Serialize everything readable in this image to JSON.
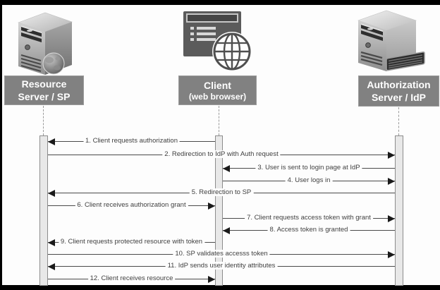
{
  "diagram": {
    "type": "sequence-diagram",
    "actors": [
      {
        "id": "resource",
        "label_line1": "Resource",
        "label_line2": "Server / SP",
        "icon": "server-tower-globe-icon"
      },
      {
        "id": "client",
        "label_line1": "Client",
        "label_line2": "(web browser)",
        "icon": "browser-globe-icon"
      },
      {
        "id": "idp",
        "label_line1": "Authorization",
        "label_line2": "Server / IdP",
        "icon": "server-tower-drive-icon"
      }
    ],
    "messages": [
      {
        "text": "1. Client requests authorization",
        "from": "client",
        "to": "resource"
      },
      {
        "text": "2. Redirection to IdP with Auth request",
        "from": "resource",
        "to": "idp"
      },
      {
        "text": "3. User is sent to login page at IdP",
        "from": "idp",
        "to": "client"
      },
      {
        "text": "4. User logs in",
        "from": "client",
        "to": "idp"
      },
      {
        "text": "5. Redirection to SP",
        "from": "idp",
        "to": "resource"
      },
      {
        "text": "6. Client receives authorization grant",
        "from": "resource",
        "to": "client"
      },
      {
        "text": "7. Client requests access token with grant",
        "from": "client",
        "to": "idp"
      },
      {
        "text": "8. Access token is granted",
        "from": "idp",
        "to": "client"
      },
      {
        "text": "9. Client requests protected resource with token",
        "from": "client",
        "to": "resource"
      },
      {
        "text": "10. SP validates accesss token",
        "from": "resource",
        "to": "idp"
      },
      {
        "text": "11. IdP sends user identity attributes",
        "from": "idp",
        "to": "resource"
      },
      {
        "text": "12. Client receives resource",
        "from": "resource",
        "to": "client"
      }
    ],
    "colors": {
      "background": "#fdfdfd",
      "frame": "#000000",
      "label_box": "#818181",
      "label_text": "#ffffff",
      "line": "#4a4a4a",
      "arrowhead": "#1a1a1a",
      "activation_fill": "#e8e8e8",
      "activation_border": "#8c8c8c",
      "message_text": "#3f3f3f"
    }
  }
}
